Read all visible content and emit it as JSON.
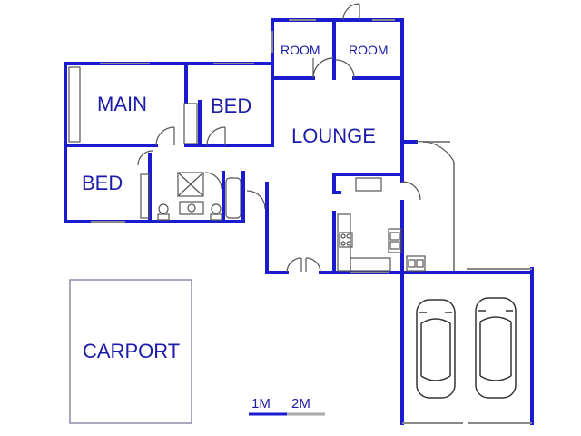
{
  "rooms": {
    "room_1": "ROOM",
    "room_2": "ROOM",
    "main": "MAIN",
    "bed_1": "BED",
    "lounge": "LOUNGE",
    "bed_2": "BED",
    "carport": "CARPORT"
  },
  "scale": {
    "label_1": "1M",
    "label_2": "2M"
  },
  "colors": {
    "wall": "#1a1acf",
    "fixture": "#555555",
    "window": "#888888",
    "text": "#1c1ca8"
  }
}
